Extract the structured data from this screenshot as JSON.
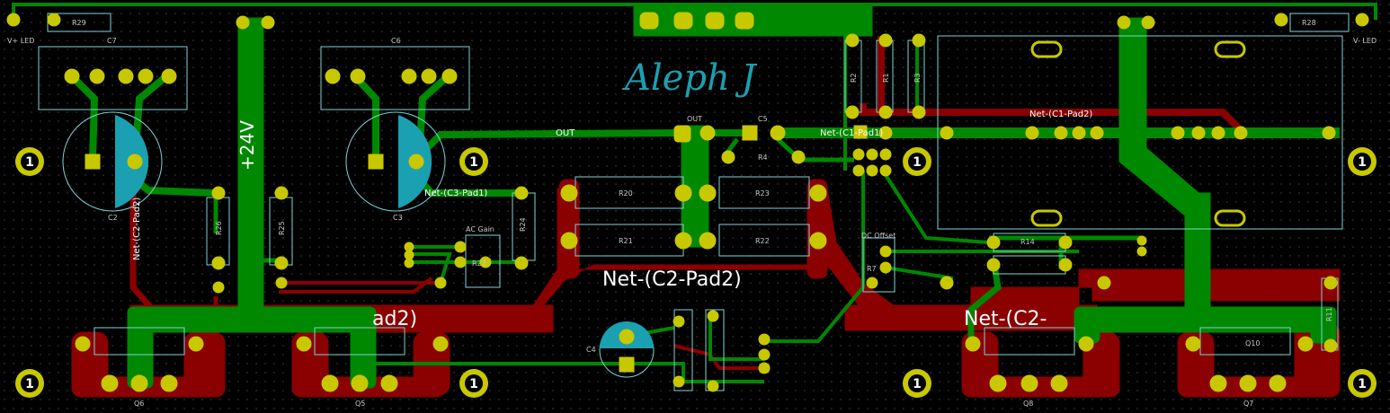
{
  "colors": {
    "background": "#000000",
    "copper_top": "#008800",
    "copper_bottom": "#8b0000",
    "silkscreen": "#7fd3d3",
    "pad": "#c8c800",
    "signature": "#1aa0b0"
  },
  "icons": {
    "mounting_hole": "mounting-hole-icon",
    "pad": "pad-icon"
  },
  "labels": {
    "v_plus_led": "V+ LED",
    "v_minus_led": "V- LED",
    "r29": "R29",
    "r28": "R28",
    "c7": "C7",
    "c6": "C6",
    "c5": "C5",
    "c2": "C2",
    "c3": "C3",
    "c4": "C4",
    "r2": "R2",
    "r1": "R1",
    "r3": "R3",
    "r4": "R4",
    "r7": "R7",
    "r11": "R11",
    "r14": "R14",
    "r20": "R20",
    "r21": "R21",
    "r22": "R22",
    "r23": "R23",
    "r24": "R24",
    "r25": "R25",
    "r26": "R26",
    "r27": "R27",
    "q5": "Q5",
    "q6": "Q6",
    "q7": "Q7",
    "q8": "Q8",
    "q10": "Q10",
    "out": "OUT",
    "ac_gain": "AC Gain",
    "dc_offset": "DC Offset",
    "one": "1"
  },
  "nets": {
    "plus_24v": "+24V",
    "out": "OUT",
    "c1_pad1": "Net-(C1-Pad1)",
    "c1_pad2": "Net-(C1-Pad2)",
    "c3_pad1": "Net-(C3-Pad1)",
    "c2_pad2": "Net-(C2-Pad2)",
    "c2_pad2_partial_left": "ad2)",
    "c2_pad2_partial_right": "Net-(C2-",
    "c2_pad_vertical": "Net-(C2-Pad2)"
  },
  "signature": "Aleph J"
}
